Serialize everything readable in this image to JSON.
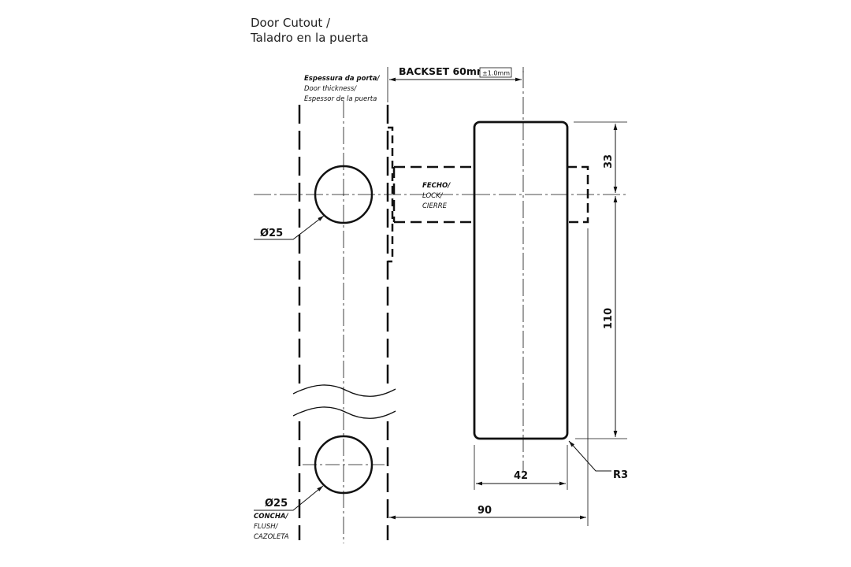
{
  "title": {
    "line1": "Door Cutout /",
    "line2": "Taladro en la puerta"
  },
  "labels": {
    "backset": "BACKSET 60mm",
    "backset_tolerance": "±1.0mm",
    "door_thickness": [
      "Espessura da porta/",
      "Door thickness/",
      "Espessor de la puerta"
    ],
    "lock": [
      "FECHO/",
      "LOCK/",
      "CIERRE"
    ],
    "flush": [
      "CONCHA/",
      "FLUSH/",
      "CAZOLETA"
    ],
    "hole_top": "Ø25",
    "hole_bottom": "Ø25",
    "dim_33": "33",
    "dim_110": "110",
    "dim_42": "42",
    "dim_90": "90",
    "radius": "R3"
  }
}
